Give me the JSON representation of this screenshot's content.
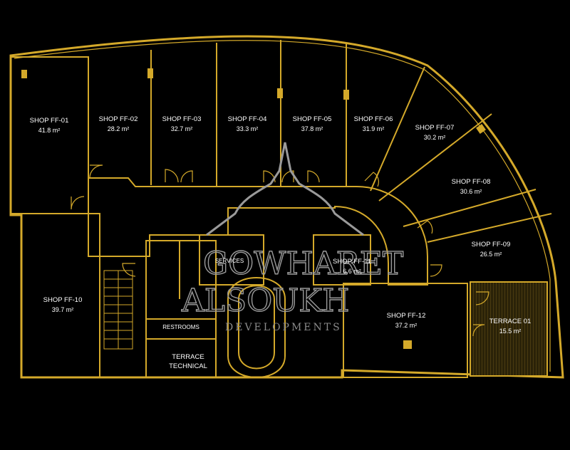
{
  "units": [
    {
      "id": "ff01",
      "name": "SHOP FF-01",
      "area": "41.8 m²"
    },
    {
      "id": "ff02",
      "name": "SHOP FF-02",
      "area": "28.2 m²"
    },
    {
      "id": "ff03",
      "name": "SHOP FF-03",
      "area": "32.7 m²"
    },
    {
      "id": "ff04",
      "name": "SHOP FF-04",
      "area": "33.3 m²"
    },
    {
      "id": "ff05",
      "name": "SHOP FF-05",
      "area": "37.8 m²"
    },
    {
      "id": "ff06",
      "name": "SHOP FF-06",
      "area": "31.9 m²"
    },
    {
      "id": "ff07",
      "name": "SHOP FF-07",
      "area": "30.2 m²"
    },
    {
      "id": "ff08",
      "name": "SHOP FF-08",
      "area": "30.6 m²"
    },
    {
      "id": "ff09",
      "name": "SHOP FF-09",
      "area": "26.5 m²"
    },
    {
      "id": "ff10",
      "name": "SHOP FF-10",
      "area": "39.7 m²"
    },
    {
      "id": "ff11",
      "name": "SHOP FF-11",
      "area": "6.6 m²"
    },
    {
      "id": "ff12",
      "name": "SHOP FF-12",
      "area": "37.2 m²"
    },
    {
      "id": "terrace01",
      "name": "TERRACE 01",
      "area": "15.5 m²"
    }
  ],
  "rooms": {
    "services": "SERVICES",
    "restrooms": "RESTROOMS",
    "terrace_technical_line1": "TERRACE",
    "terrace_technical_line2": "TECHNICAL"
  },
  "watermark": {
    "line1": "GOWHARET",
    "line2": "ALSOUKH",
    "line3": "DEVELOPMENTS"
  },
  "colors": {
    "background": "#000000",
    "wall": "#d4a92a",
    "label": "#ffffff",
    "watermark": "#9a9a9a"
  }
}
